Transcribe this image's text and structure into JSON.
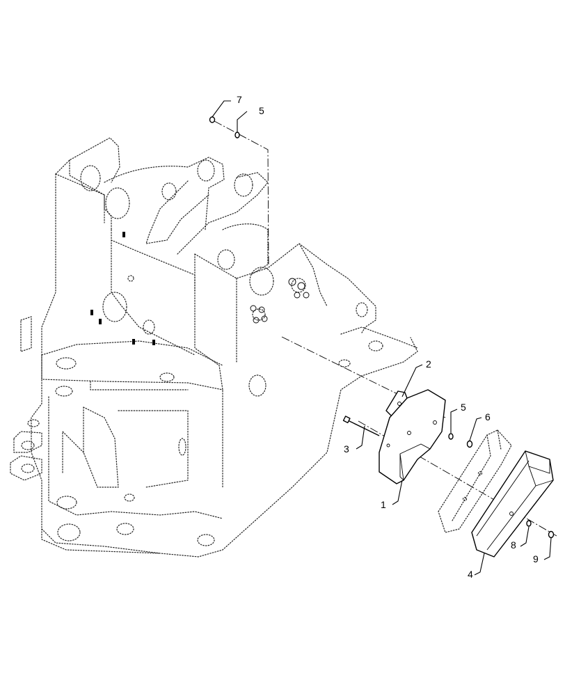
{
  "diagram": {
    "callouts": {
      "c1": "1",
      "c2": "2",
      "c3": "3",
      "c4": "4",
      "c5a": "5",
      "c5b": "5",
      "c6": "6",
      "c7": "7",
      "c8": "8",
      "c9": "9"
    }
  }
}
